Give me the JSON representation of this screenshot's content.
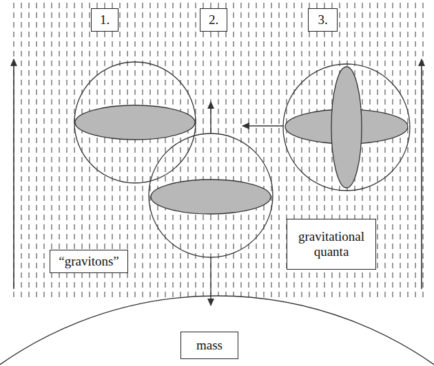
{
  "diagram": {
    "nodes": [
      {
        "text": [
          "1."
        ]
      },
      {
        "text": [
          "2."
        ]
      },
      {
        "text": [
          "3."
        ]
      },
      {
        "text": [
          "“gravitons”"
        ]
      },
      {
        "text": [
          "gravitational quanta"
        ]
      },
      {
        "text": [
          "mass"
        ]
      }
    ]
  }
}
